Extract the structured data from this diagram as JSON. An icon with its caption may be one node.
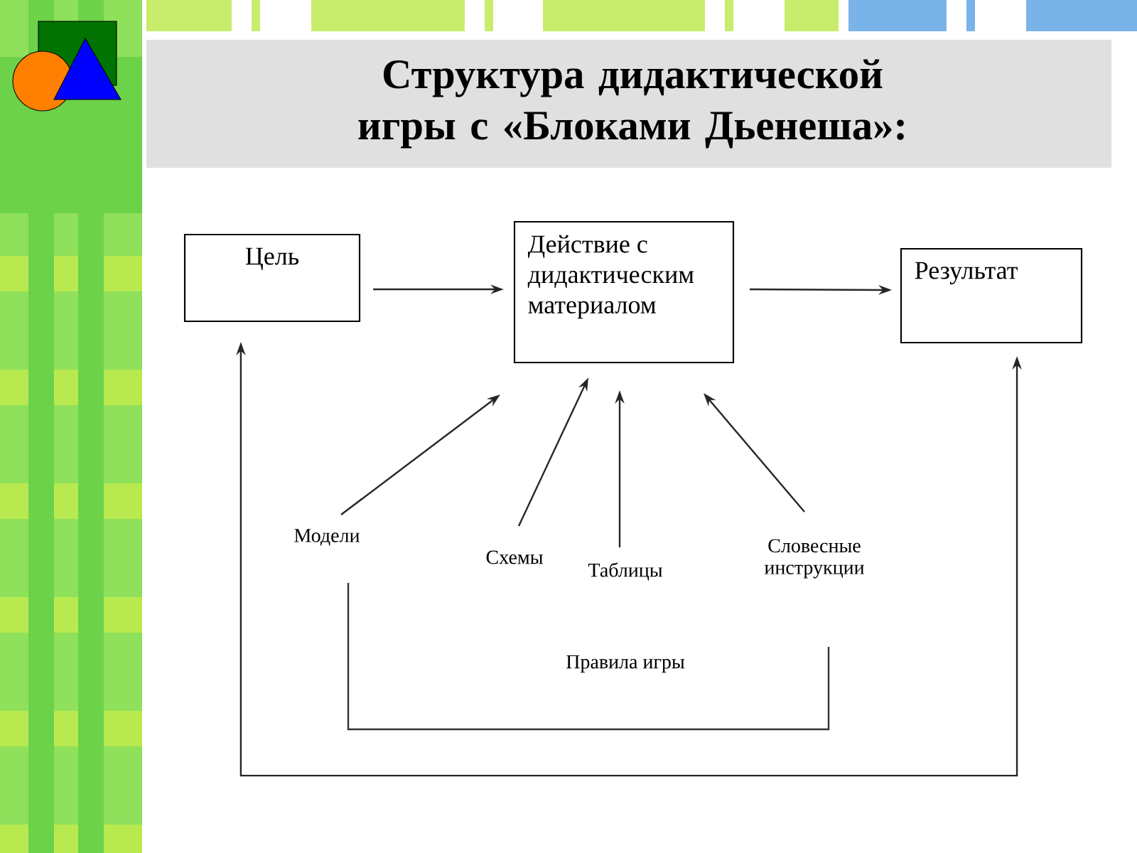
{
  "diagram": {
    "title": "Структура дидактической игры с «Блоками Дьенеша»:",
    "nodes": [
      {
        "text": [
          "Цель"
        ]
      },
      {
        "text": [
          "Действие с дидактическим материалом"
        ]
      },
      {
        "text": [
          "Результат"
        ]
      },
      {
        "text": [
          "Модели"
        ]
      },
      {
        "text": [
          "Схемы"
        ]
      },
      {
        "text": [
          "Таблицы"
        ]
      },
      {
        "text": [
          "Словесные инструкции"
        ]
      }
    ],
    "edges": [
      {
        "from": 0,
        "to": 1,
        "arrow": "to"
      },
      {
        "from": 1,
        "to": 2,
        "arrow": "to"
      },
      {
        "from": 3,
        "to": 1,
        "arrow": "to"
      },
      {
        "from": 4,
        "to": 1,
        "arrow": "to"
      },
      {
        "from": 5,
        "to": 1,
        "arrow": "to"
      },
      {
        "from": 6,
        "to": 1,
        "arrow": "to"
      },
      {
        "from": 0,
        "to": 2,
        "arrow": "both"
      }
    ],
    "labels": [
      "Правила игры"
    ]
  }
}
